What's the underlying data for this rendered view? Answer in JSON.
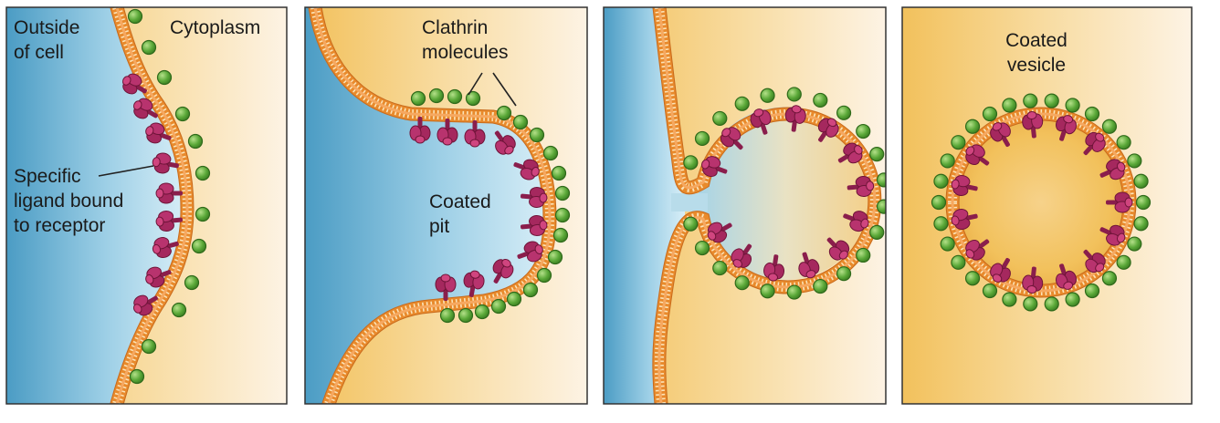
{
  "panels": {
    "p1": {
      "outside_label": [
        "Outside",
        "of cell"
      ],
      "cytoplasm_label": "Cytoplasm",
      "ligand_label": [
        "Specific",
        "ligand bound",
        "to receptor"
      ]
    },
    "p2": {
      "clathrin_label": [
        "Clathrin",
        "molecules"
      ],
      "pit_label": [
        "Coated",
        "pit"
      ]
    },
    "p4": {
      "vesicle_label": [
        "Coated",
        "vesicle"
      ]
    }
  },
  "colors": {
    "outside": "#5ba5c8",
    "cytoplasm": "#f2c05a",
    "membrane": "#e88a2c",
    "clathrin": "#5aa838",
    "receptor": "#a5285e",
    "frame": "#333333"
  }
}
